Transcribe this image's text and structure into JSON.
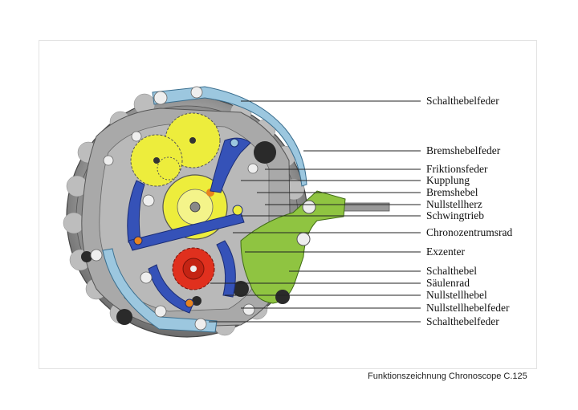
{
  "labels": [
    "Schalthebelfeder",
    "Bremshebelfeder",
    "Friktionsfeder",
    "Kupplung",
    "Bremshebel",
    "Nullstellherz",
    "Schwingtrieb",
    "Chronozentrumsrad",
    "Exzenter",
    "Schalthebel",
    "Säulenrad",
    "Nullstellhebel",
    "Nullstellhebelfeder",
    "Schalthebelfeder"
  ],
  "caption": "Funktionszeichnung Chronoscope C.125",
  "colors": {
    "case_grey": "#7a7a7a",
    "plate_grey": "#a9a9a9",
    "gear_yellow": "#eded3c",
    "lever_blue": "#3552b8",
    "spring_blue": "#9cc7df",
    "green_lever": "#8fc441",
    "column_wheel_red": "#e0301e",
    "jewel_orange": "#e8841e"
  }
}
